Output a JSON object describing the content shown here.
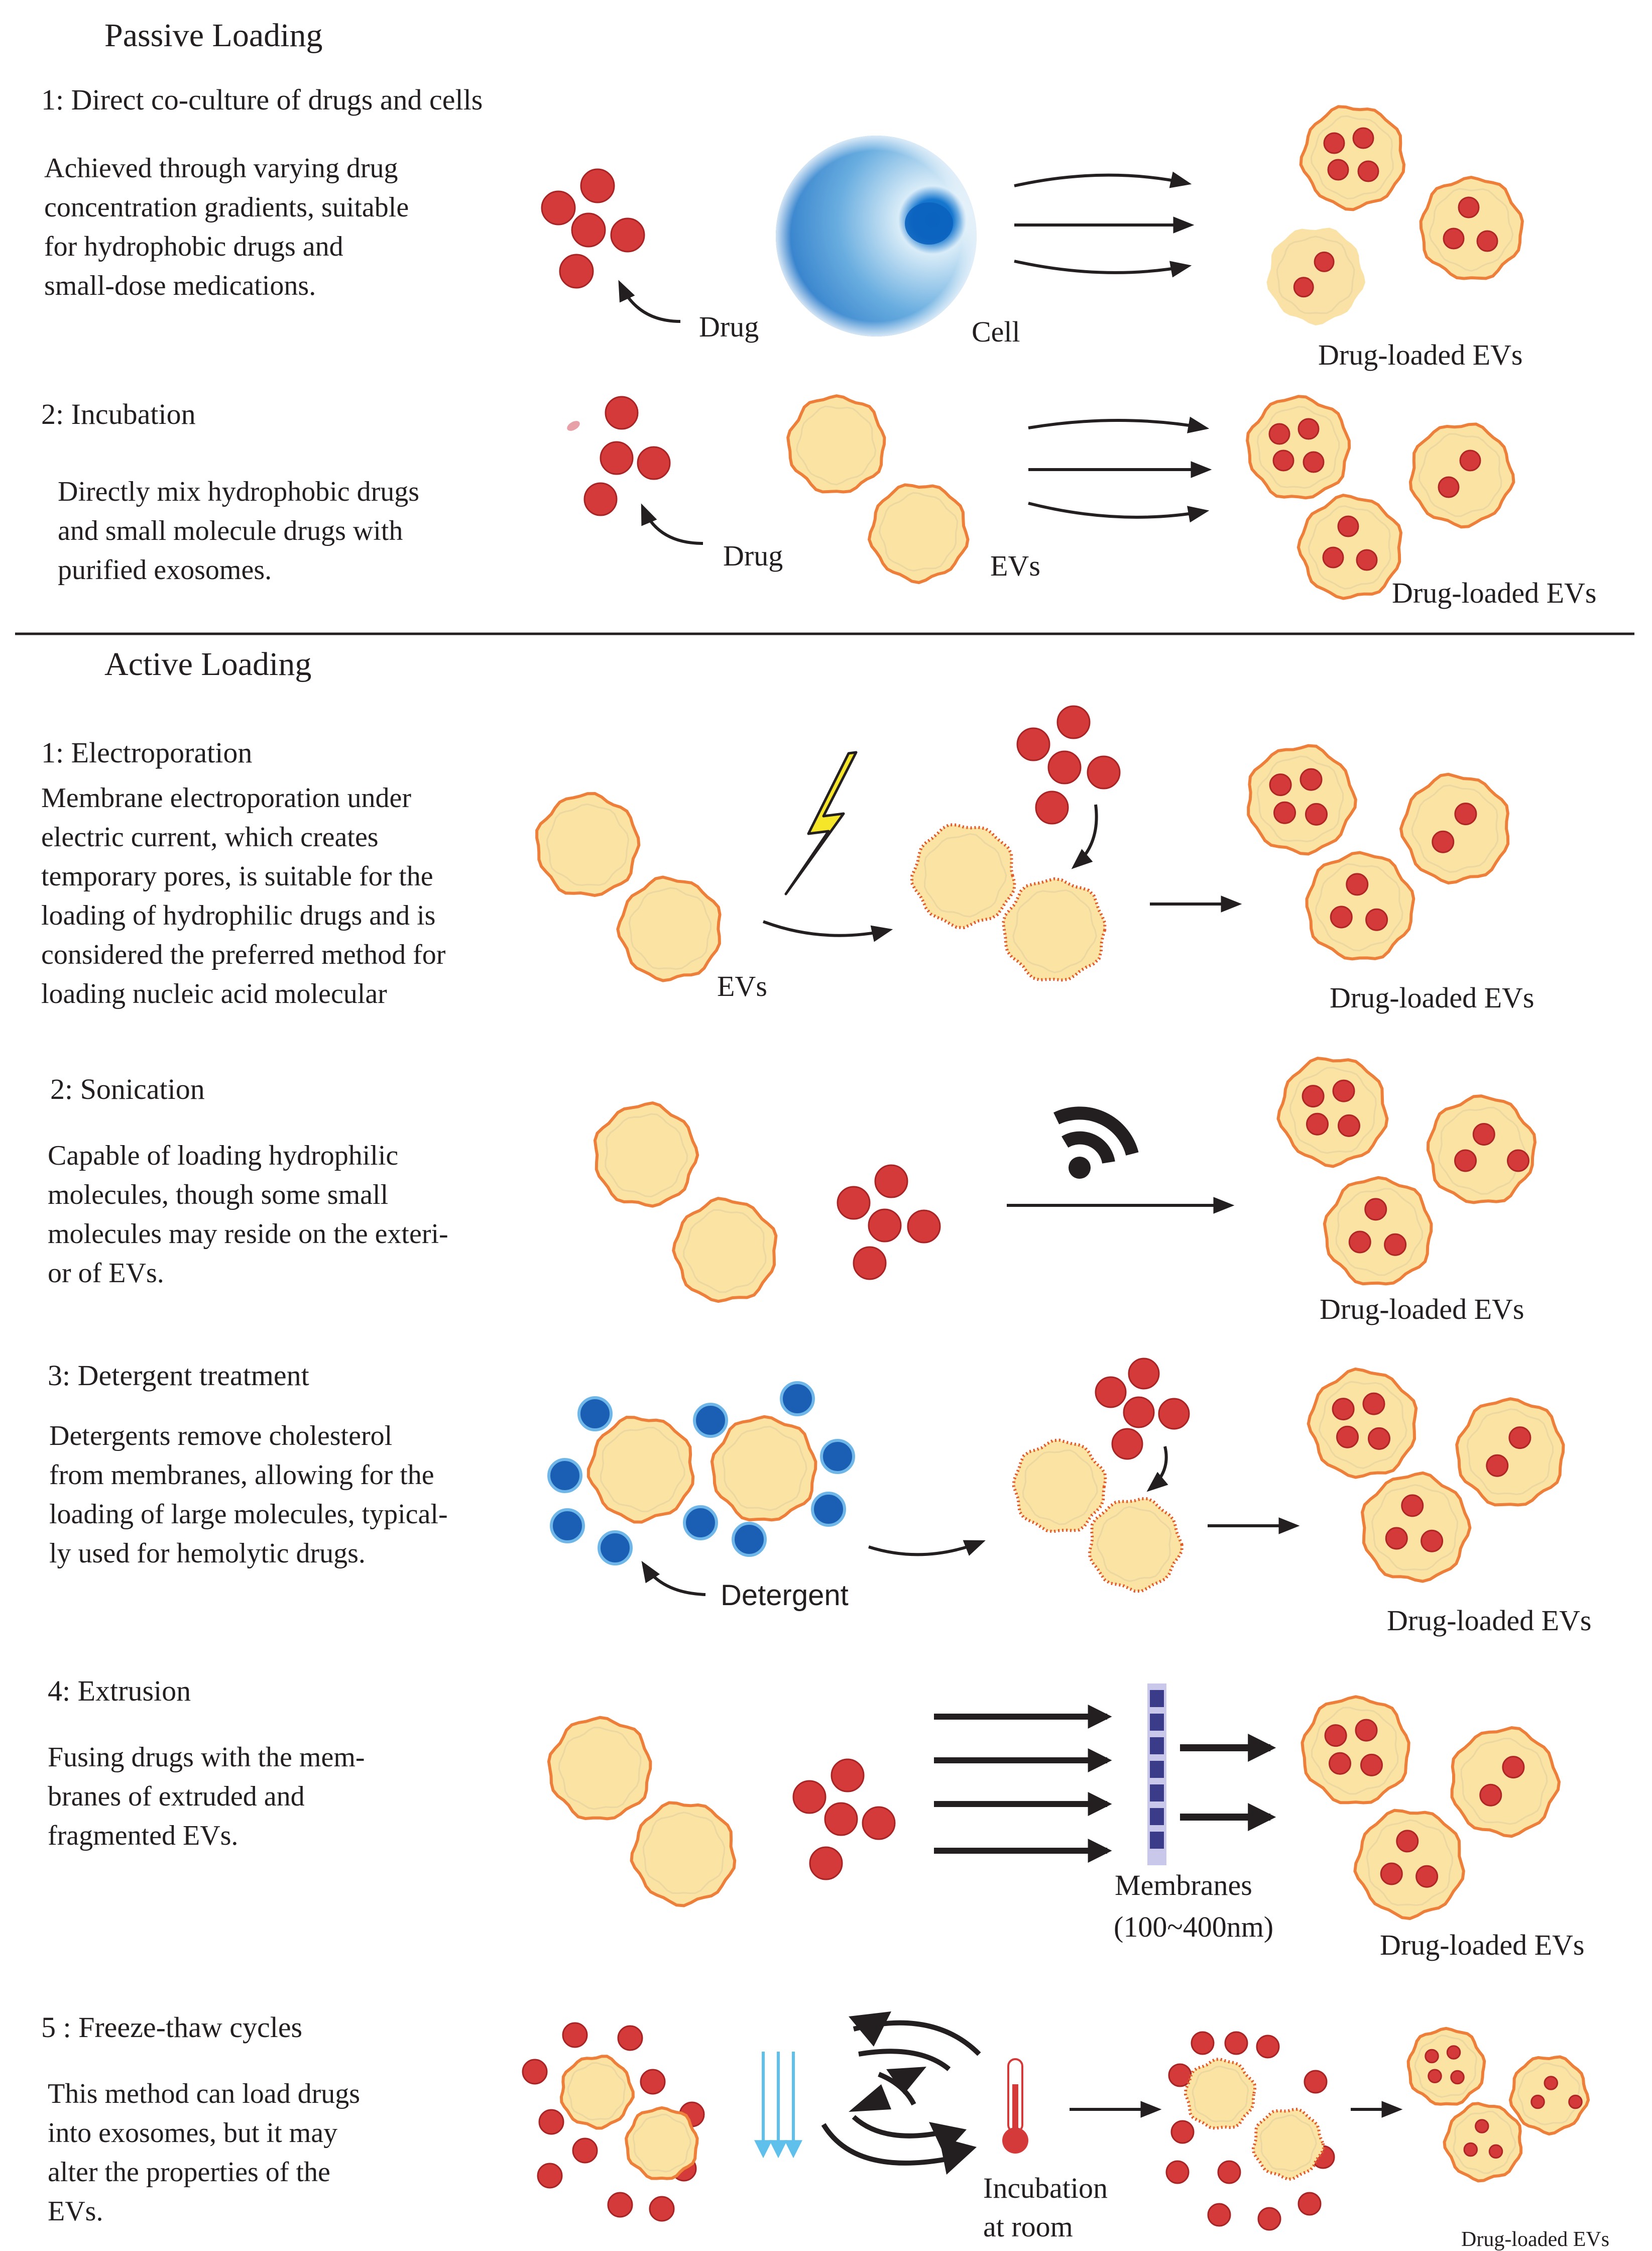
{
  "passive": {
    "title": "Passive Loading",
    "m1": {
      "heading": "1:  Direct co-culture of drugs and cells",
      "desc": "Achieved through varying drug\nconcentration gradients, suitable\nfor hydrophobic drugs and\nsmall-dose medications.",
      "drug_label": "Drug",
      "cell_label": "Cell",
      "result_label": "Drug-loaded EVs"
    },
    "m2": {
      "heading": "2:  Incubation",
      "desc": "Directly mix hydrophobic drugs\nand small molecule drugs with\npurified exosomes.",
      "drug_label": "Drug",
      "evs_label": "EVs",
      "result_label": "Drug-loaded EVs"
    }
  },
  "active": {
    "title": "Active Loading",
    "m1": {
      "heading": "1:  Electroporation",
      "desc": "Membrane electroporation under\nelectric current, which creates\ntemporary pores, is suitable for the\nloading of hydrophilic drugs and is\nconsidered the preferred method for\nloading nucleic acid molecular",
      "evs_label": "EVs",
      "result_label": "Drug-loaded EVs"
    },
    "m2": {
      "heading": "2:  Sonication",
      "desc": "Capable of loading hydrophilic\nmolecules, though some small\nmolecules may reside on the exteri-\nor of EVs.",
      "result_label": "Drug-loaded EVs"
    },
    "m3": {
      "heading": "3:  Detergent treatment",
      "desc": "Detergents remove cholesterol\nfrom membranes, allowing for the\nloading of large molecules, typical-\nly used for hemolytic drugs.",
      "detergent_label": "Detergent",
      "result_label": "Drug-loaded EVs"
    },
    "m4": {
      "heading": "4: Extrusion",
      "desc": "Fusing drugs with the mem-\nbranes of extruded and\nfragmented EVs.",
      "membranes_label": "Membranes",
      "pore_label": "(100~400nm)",
      "result_label": "Drug-loaded EVs"
    },
    "m5": {
      "heading": "5 :   Freeze-thaw cycles",
      "desc": "This method can load drugs\ninto exosomes, but it may\nalter the properties of the\nEVs.",
      "incubation_label_1": "Incubation",
      "incubation_label_2": "at room",
      "result_label": "Drug-loaded EVs"
    }
  },
  "colors": {
    "ev_fill": "#fbe3a3",
    "ev_stroke": "#ee7f3a",
    "drug_fill": "#d43a3a",
    "drug_stroke": "#b02626",
    "detergent_fill": "#1b5fb5",
    "cell_blue": "#1f7fd0",
    "bolt": "#f6e62a",
    "freeze_arrow": "#5fc0ec",
    "membrane": "#3a3c8a"
  }
}
